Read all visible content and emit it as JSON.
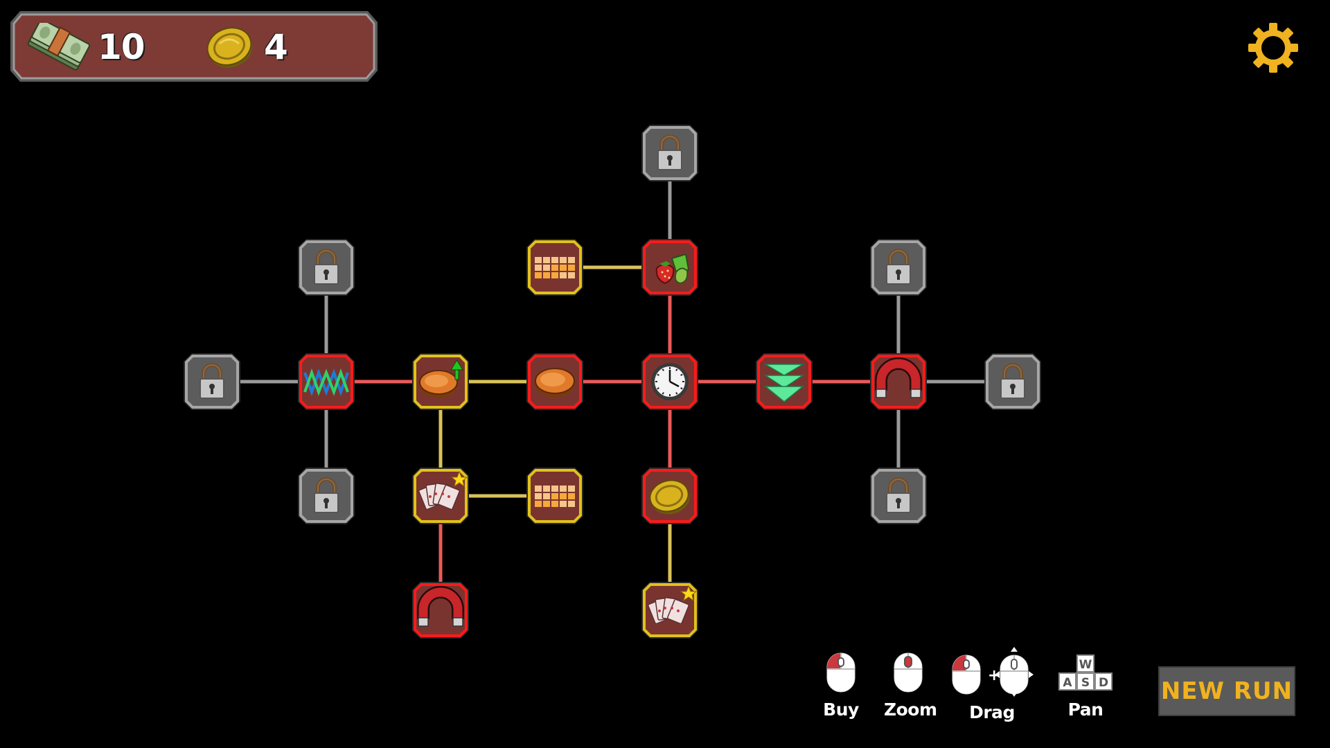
{
  "resources": {
    "cash": {
      "icon": "cash-stack-icon",
      "value": "10"
    },
    "coins": {
      "icon": "gold-coin-icon",
      "value": "4"
    }
  },
  "settings": {
    "icon": "gear-icon"
  },
  "colors": {
    "panel_fill": "#7e3a35",
    "panel_border": "#8f8f8f",
    "node_fill": "#7a3430",
    "locked_fill": "#5c5c5c",
    "locked_border": "#a6a6a6",
    "active_border": "#ff1a1a",
    "available_border": "#e1c21a",
    "link_active": "#ea5a5a",
    "link_available": "#d9c25a",
    "link_locked": "#9a9a9a",
    "accent": "#f0b21f"
  },
  "tree": {
    "nodes": [
      {
        "id": "n-top-lock",
        "state": "locked",
        "icon": "lock-icon"
      },
      {
        "id": "n-fruit",
        "state": "active",
        "icon": "fruit-icon"
      },
      {
        "id": "n-grid-upper",
        "state": "available",
        "icon": "grid-icon"
      },
      {
        "id": "n-lock-upper-left",
        "state": "locked",
        "icon": "lock-icon"
      },
      {
        "id": "n-lock-far-left",
        "state": "locked",
        "icon": "lock-icon"
      },
      {
        "id": "n-zigzag",
        "state": "active",
        "icon": "zigzag-icon"
      },
      {
        "id": "n-lock-lower-left",
        "state": "locked",
        "icon": "lock-icon"
      },
      {
        "id": "n-chip-upgrade",
        "state": "available",
        "icon": "chip-upgrade-icon"
      },
      {
        "id": "n-chip",
        "state": "active",
        "icon": "chip-icon"
      },
      {
        "id": "n-clock",
        "state": "active",
        "icon": "clock-icon"
      },
      {
        "id": "n-arrows",
        "state": "active",
        "icon": "triple-arrow-down-icon"
      },
      {
        "id": "n-magnet-right",
        "state": "active",
        "icon": "magnet-icon"
      },
      {
        "id": "n-lock-upper-right",
        "state": "locked",
        "icon": "lock-icon"
      },
      {
        "id": "n-lock-far-right",
        "state": "locked",
        "icon": "lock-icon"
      },
      {
        "id": "n-lock-lower-right",
        "state": "locked",
        "icon": "lock-icon"
      },
      {
        "id": "n-cards-left",
        "state": "available",
        "icon": "cards-star-icon"
      },
      {
        "id": "n-grid-lower",
        "state": "available",
        "icon": "grid-icon"
      },
      {
        "id": "n-coin",
        "state": "active",
        "icon": "gold-coin-icon"
      },
      {
        "id": "n-magnet-bottom",
        "state": "active",
        "icon": "magnet-icon"
      },
      {
        "id": "n-cards-bottom",
        "state": "available",
        "icon": "cards-star-icon"
      }
    ],
    "links": [
      {
        "from": "n-top-lock",
        "to": "n-fruit",
        "state": "locked"
      },
      {
        "from": "n-grid-upper",
        "to": "n-fruit",
        "state": "available"
      },
      {
        "from": "n-fruit",
        "to": "n-clock",
        "state": "active"
      },
      {
        "from": "n-lock-upper-left",
        "to": "n-zigzag",
        "state": "locked"
      },
      {
        "from": "n-lock-far-left",
        "to": "n-zigzag",
        "state": "locked"
      },
      {
        "from": "n-zigzag",
        "to": "n-lock-lower-left",
        "state": "locked"
      },
      {
        "from": "n-zigzag",
        "to": "n-chip-upgrade",
        "state": "active"
      },
      {
        "from": "n-chip-upgrade",
        "to": "n-chip",
        "state": "available"
      },
      {
        "from": "n-chip",
        "to": "n-clock",
        "state": "active"
      },
      {
        "from": "n-clock",
        "to": "n-arrows",
        "state": "active"
      },
      {
        "from": "n-arrows",
        "to": "n-magnet-right",
        "state": "active"
      },
      {
        "from": "n-magnet-right",
        "to": "n-lock-far-right",
        "state": "locked"
      },
      {
        "from": "n-lock-upper-right",
        "to": "n-magnet-right",
        "state": "locked"
      },
      {
        "from": "n-magnet-right",
        "to": "n-lock-lower-right",
        "state": "locked"
      },
      {
        "from": "n-chip-upgrade",
        "to": "n-cards-left",
        "state": "available"
      },
      {
        "from": "n-cards-left",
        "to": "n-grid-lower",
        "state": "available"
      },
      {
        "from": "n-cards-left",
        "to": "n-magnet-bottom",
        "state": "active"
      },
      {
        "from": "n-clock",
        "to": "n-coin",
        "state": "active"
      },
      {
        "from": "n-coin",
        "to": "n-cards-bottom",
        "state": "available"
      }
    ]
  },
  "controls": [
    {
      "label": "Buy",
      "icon": "mouse-left-click-icon"
    },
    {
      "label": "Zoom",
      "icon": "mouse-scroll-icon"
    },
    {
      "label": "Drag",
      "icon": "mouse-drag-icon"
    },
    {
      "label": "Pan",
      "icon": "wasd-keys-icon",
      "keys": [
        "W",
        "A",
        "S",
        "D"
      ]
    }
  ],
  "new_run": {
    "label": "NEW RUN"
  }
}
